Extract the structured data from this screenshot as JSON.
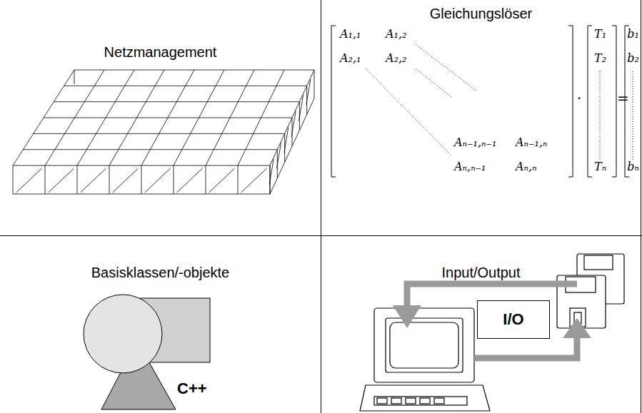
{
  "diagram": {
    "nodes": [
      {
        "text": [
          "Netzmanagement"
        ]
      },
      {
        "text": [
          "Gleichungslöser"
        ]
      },
      {
        "text": [
          "Basisklassen/-objekte"
        ]
      },
      {
        "text": [
          "Input/Output"
        ]
      },
      {
        "text": [
          "I/O"
        ],
        "in": 3
      }
    ],
    "labels": [
      "A₁,₁",
      "A₁,₂",
      "A₂,₁",
      "A₂,₂",
      "Aₙ₋₁,ₙ₋₁",
      "Aₙ₋₁,ₙ",
      "Aₙ,ₙ₋₁",
      "Aₙ,ₙ",
      "T₁",
      "T₂",
      "Tₙ",
      "b₁",
      "b₂",
      "bₙ",
      "·",
      "=",
      "C++"
    ]
  }
}
